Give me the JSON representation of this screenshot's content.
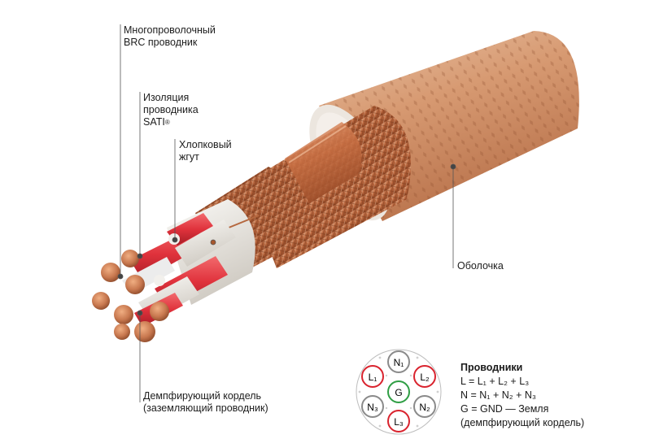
{
  "labels": {
    "wire_line1": "Многопроволочный",
    "wire_line2": "BRC проводник",
    "insulation_line1": "Изоляция",
    "insulation_line2": "проводника",
    "insulation_line3": "SATI",
    "insulation_mark": "®",
    "cotton_line1": "Хлопковый",
    "cotton_line2": "жгут",
    "jacket": "Оболочка",
    "damper_line1": "Демпфирующий кордель",
    "damper_line2": "(заземляющий проводник)"
  },
  "legend": {
    "title": "Проводники",
    "row1": "L = L₁ + L₂ + L₃",
    "row2": "N = N₁ + N₂ + N₃",
    "row3": "G = GND — Земля",
    "row4": "(демпфирующий кордель)"
  },
  "cross_section": {
    "conductors": [
      {
        "id": "n1",
        "label": "N₁",
        "ring": "#8a8a8a"
      },
      {
        "id": "l2",
        "label": "L₂",
        "ring": "#d9232e"
      },
      {
        "id": "n2",
        "label": "N₂",
        "ring": "#8a8a8a"
      },
      {
        "id": "l3",
        "label": "L₃",
        "ring": "#d9232e"
      },
      {
        "id": "n3",
        "label": "N₃",
        "ring": "#8a8a8a"
      },
      {
        "id": "l1",
        "label": "L₁",
        "ring": "#d9232e"
      }
    ],
    "ground": {
      "label": "G",
      "ring": "#2f9e44"
    }
  },
  "colors": {
    "copper": "#c8784f",
    "jacket": "#d9a483",
    "insulation_red": "#e0323c",
    "insulation_white": "#e9e7e2"
  }
}
